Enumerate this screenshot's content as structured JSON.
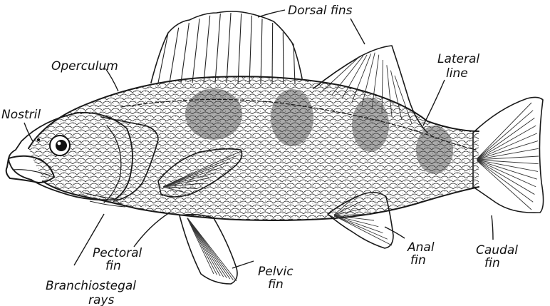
{
  "labels": {
    "dorsal_fins": "Dorsal fins",
    "operculum": "Operculum",
    "lateral_line_1": "Lateral",
    "lateral_line_2": "line",
    "nostril": "Nostril",
    "pectoral_fin_1": "Pectoral",
    "pectoral_fin_2": "fin",
    "branchiostegal_1": "Branchiostegal",
    "branchiostegal_2": "rays",
    "pelvic_fin_1": "Pelvic",
    "pelvic_fin_2": "fin",
    "anal_fin_1": "Anal",
    "anal_fin_2": "fin",
    "caudal_fin_1": "Caudal",
    "caudal_fin_2": "fin"
  },
  "colors": {
    "ink": "#1a1a1a",
    "background": "#ffffff"
  }
}
